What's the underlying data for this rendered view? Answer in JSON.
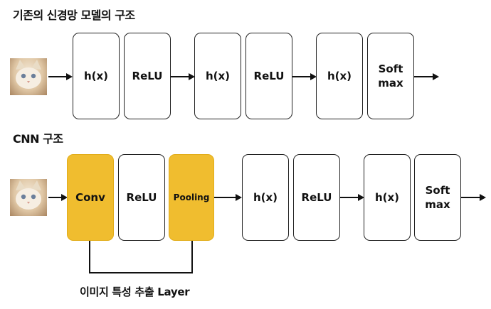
{
  "title_top": "기존의 신경망 모델의 구조",
  "title_bottom": "CNN 구조",
  "top_row": [
    {
      "label": "h(x)"
    },
    {
      "label": "ReLU"
    },
    {
      "label": "h(x)"
    },
    {
      "label": "ReLU"
    },
    {
      "label": "h(x)"
    },
    {
      "label": "Soft\nmax"
    }
  ],
  "bottom_row": [
    {
      "label": "Conv"
    },
    {
      "label": "ReLU"
    },
    {
      "label": "Pooling"
    },
    {
      "label": "h(x)"
    },
    {
      "label": "ReLU"
    },
    {
      "label": "h(x)"
    },
    {
      "label": "Soft\nmax"
    }
  ],
  "caption": "이미지 특성 추출 Layer",
  "colors": {
    "highlight": "#f0bd2f",
    "line": "#111111"
  },
  "input_image": "cat-photo"
}
